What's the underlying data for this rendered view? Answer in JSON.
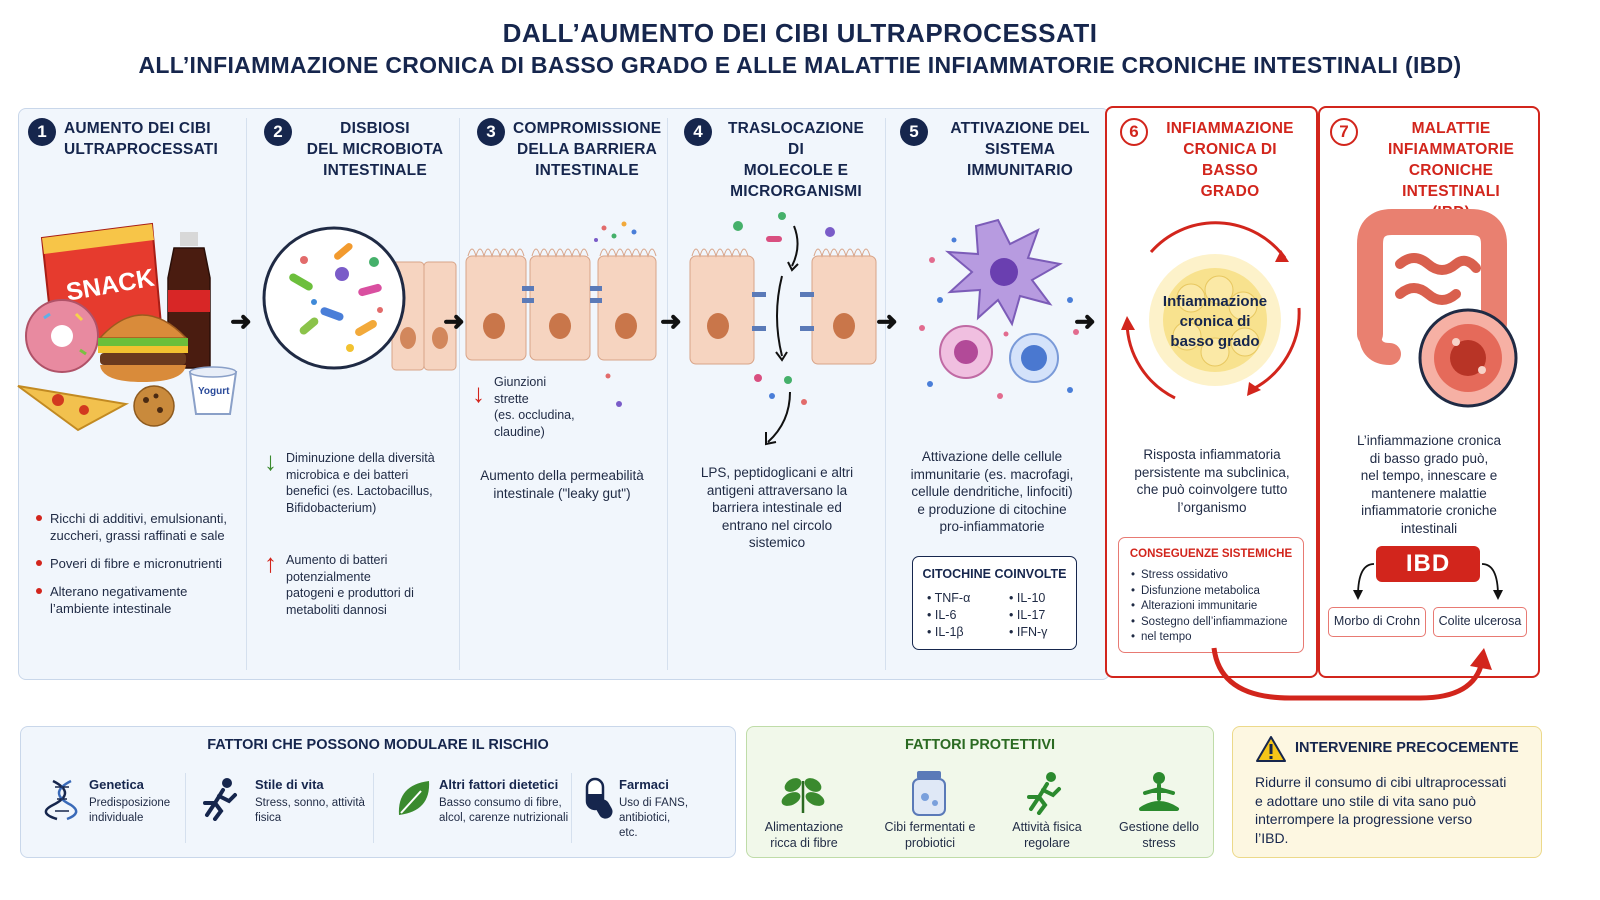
{
  "title_line1": "DALL’AUMENTO DEI CIBI ULTRAPROCESSATI",
  "title_line2": "ALL’INFIAMMAZIONE CRONICA DI BASSO GRADO E ALLE MALATTIE INFIAMMATORIE CRONICHE INTESTINALI (IBD)",
  "steps": [
    {
      "num": "1",
      "title": [
        "AUMENTO DEI CIBI",
        "ULTRAPROCESSATI"
      ],
      "image_label": "SNACK",
      "yogurt_label": "Yogurt",
      "bullets": [
        "Ricchi di additivi, emulsionanti, zuccheri, grassi raffinati e sale",
        "Poveri di fibre e micronutrienti",
        "Alterano negativamente l’ambiente intestinale"
      ]
    },
    {
      "num": "2",
      "title": [
        "DISBIOSI",
        "DEL MICROBIOTA",
        "INTESTINALE"
      ],
      "down_note": [
        "Diminuzione della diversità",
        "microbica e dei batteri",
        "benefici (es. Lactobacillus,",
        "Bifidobacterium)"
      ],
      "up_note": [
        "Aumento di batteri potenzialmente",
        "patogeni e produttori di",
        "metaboliti dannosi"
      ]
    },
    {
      "num": "3",
      "title": [
        "COMPROMISSIONE",
        "DELLA BARRIERA",
        "INTESTINALE"
      ],
      "junction_note": [
        "Giunzioni",
        "strette",
        "(es. occludina,",
        "claudine)"
      ],
      "desc": [
        "Aumento della permeabilità",
        "intestinale (\"leaky gut\")"
      ]
    },
    {
      "num": "4",
      "title": [
        "TRASLOCAZIONE DI",
        "MOLECOLE E",
        "MICRORGANISMI"
      ],
      "desc": [
        "LPS, peptidoglicani e altri",
        "antigeni attraversano la",
        "barriera intestinale ed",
        "entrano nel circolo",
        "sistemico"
      ]
    },
    {
      "num": "5",
      "title": [
        "ATTIVAZIONE DEL",
        "SISTEMA IMMUNITARIO"
      ],
      "desc": [
        "Attivazione delle cellule",
        "immunitarie (es. macrofagi,",
        "cellule dendritiche, linfociti)",
        "e produzione di citochine",
        "pro-infiammatorie"
      ],
      "cytokines_title": "CITOCHINE COINVOLTE",
      "cytokines": [
        "TNF-α",
        "IL-6",
        "IL-1β",
        "IL-10",
        "IL-17",
        "IFN-γ"
      ]
    },
    {
      "num": "6",
      "title": [
        "INFIAMMAZIONE",
        "CRONICA DI BASSO",
        "GRADO"
      ],
      "center_label": [
        "Infiammazione",
        "cronica di",
        "basso grado"
      ],
      "desc": [
        "Risposta infiammatoria",
        "persistente ma subclinica,",
        "che può coinvolgere tutto",
        "l’organismo"
      ],
      "consequences_title": "CONSEGUENZE SISTEMICHE",
      "consequences": [
        "Stress ossidativo",
        "Disfunzione metabolica",
        "Alterazioni immunitarie",
        "Sostegno dell’infiammazione",
        "nel tempo"
      ]
    },
    {
      "num": "7",
      "title": [
        "MALATTIE",
        "INFIAMMATORIE",
        "CRONICHE INTESTINALI",
        "(IBD)"
      ],
      "desc": [
        "L’infiammazione cronica",
        "di basso grado può,",
        "nel tempo, innescare e",
        "mantenere malattie",
        "infiammatorie croniche",
        "intestinali"
      ],
      "badge": "IBD",
      "subtypes": [
        "Morbo di Crohn",
        "Colite ulcerosa"
      ]
    }
  ],
  "risk_factors": {
    "title": "FATTORI CHE POSSONO MODULARE IL RISCHIO",
    "items": [
      {
        "name": "Genetica",
        "desc": [
          "Predisposizione",
          "individuale"
        ],
        "icon": "dna-icon"
      },
      {
        "name": "Stile di vita",
        "desc": [
          "Stress, sonno, attività",
          "fisica"
        ],
        "icon": "runner-icon"
      },
      {
        "name": "Altri fattori dietetici",
        "desc": [
          "Basso consumo di fibre,",
          "alcol, carenze nutrizionali"
        ],
        "icon": "leaf-icon"
      },
      {
        "name": "Farmaci",
        "desc": [
          "Uso di FANS, antibiotici,",
          "etc."
        ],
        "icon": "pill-icon"
      }
    ]
  },
  "protective": {
    "title": "FATTORI PROTETTIVI",
    "items": [
      {
        "label": [
          "Alimentazione",
          "ricca di fibre"
        ],
        "icon": "fiber-leaves-icon"
      },
      {
        "label": [
          "Cibi fermentati e",
          "probiotici"
        ],
        "icon": "jar-icon"
      },
      {
        "label": [
          "Attività fisica",
          "regolare"
        ],
        "icon": "running-person-icon"
      },
      {
        "label": [
          "Gestione dello",
          "stress"
        ],
        "icon": "meditation-icon"
      }
    ]
  },
  "intervene": {
    "title": "INTERVENIRE PRECOCEMENTE",
    "text": [
      "Ridurre il consumo di cibi ultraprocessati",
      "e adottare uno stile di vita sano può",
      "interrompere la progressione verso",
      "l’IBD."
    ]
  },
  "colors": {
    "navy": "#16264d",
    "red": "#d2251c",
    "green": "#3a8a2e",
    "panel_blue": "#f1f6fc",
    "green_panel": "#f1f8ea",
    "yellow_panel": "#fdf7e1"
  }
}
